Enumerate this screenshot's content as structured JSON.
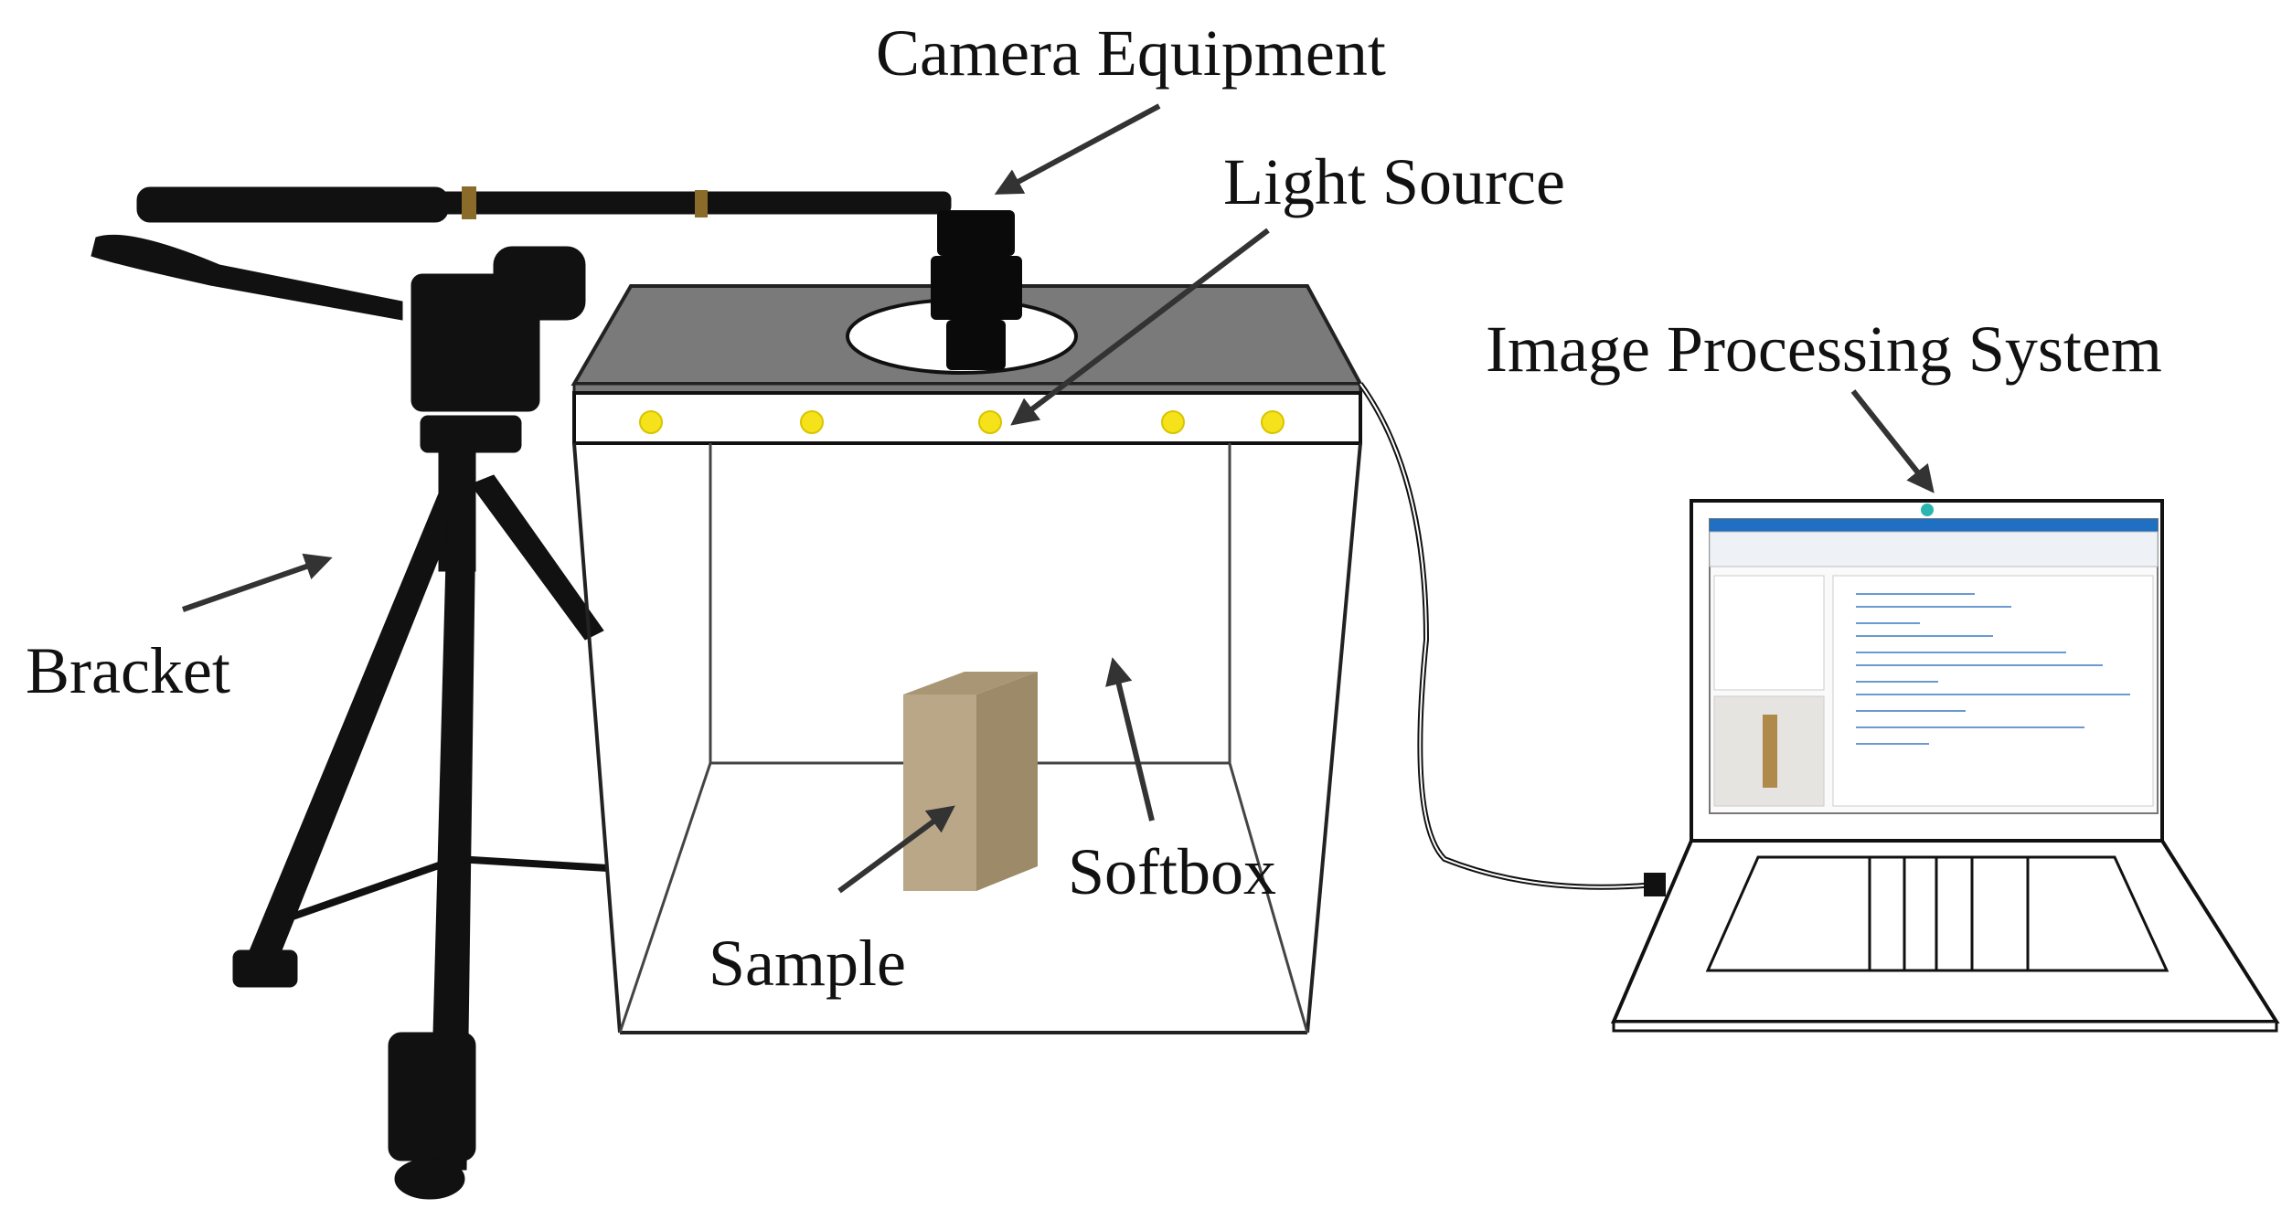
{
  "labels": {
    "camera": "Camera Equipment",
    "light_source": "Light Source",
    "image_processing": "Image Processing System",
    "bracket": "Bracket",
    "softbox": "Softbox",
    "sample": "Sample"
  },
  "colors": {
    "softbox_top": "#7a7a7a",
    "led": "#f5e21a",
    "sample": "#b9a787",
    "tripod": "#111111",
    "arrow": "#333333",
    "screen_accent": "#1f6fc2"
  },
  "icons": {
    "light": "sun-icon"
  }
}
